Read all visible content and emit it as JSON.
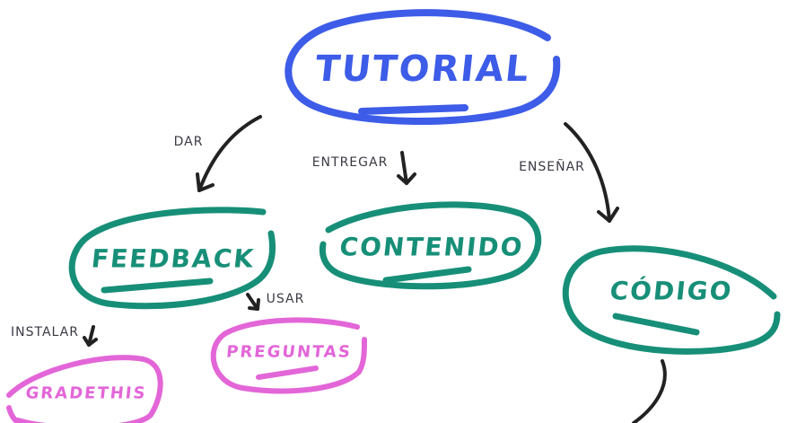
{
  "colors": {
    "primary": "#3d5ce8",
    "secondary": "#178f78",
    "tertiary": "#e366d8",
    "edge": "#222222",
    "edge_label": "#3a3a44",
    "background": "#ffffff"
  },
  "nodes": {
    "tutorial": {
      "label": "TUTORIAL",
      "color": "#3d5ce8"
    },
    "feedback": {
      "label": "FEEDBACK",
      "color": "#178f78"
    },
    "contenido": {
      "label": "CONTENIDO",
      "color": "#178f78"
    },
    "codigo": {
      "label": "CÓDIGO",
      "color": "#178f78"
    },
    "preguntas": {
      "label": "PREGUNTAS",
      "color": "#e366d8"
    },
    "gradethis": {
      "label": "GRADETHIS",
      "color": "#e366d8"
    }
  },
  "edges": [
    {
      "from": "tutorial",
      "to": "feedback",
      "label": "DAR"
    },
    {
      "from": "tutorial",
      "to": "contenido",
      "label": "ENTREGAR"
    },
    {
      "from": "tutorial",
      "to": "codigo",
      "label": "ENSEÑAR"
    },
    {
      "from": "feedback",
      "to": "preguntas",
      "label": "USAR"
    },
    {
      "from": "feedback",
      "to": "gradethis",
      "label": "INSTALAR"
    },
    {
      "from": "codigo",
      "to": "",
      "label": ""
    }
  ]
}
